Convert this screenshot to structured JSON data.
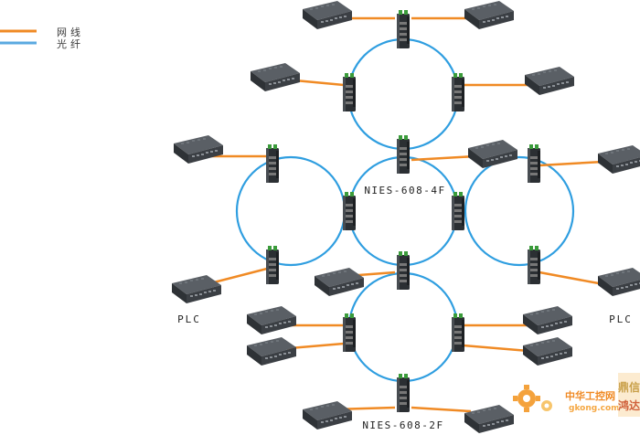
{
  "legend": {
    "ethernet_label": "网线",
    "fiber_label": "光纤",
    "ethernet_color": "#f08a24",
    "fiber_color": "#5aa9e0"
  },
  "labels": {
    "plc_left": "PLC",
    "plc_right": "PLC",
    "model_4f": "NIES-608-4F",
    "model_2f": "NIES-608-2F"
  },
  "watermark": {
    "site_name": "中华工控网",
    "site_url": "gkong.com",
    "logo_text_1": "鼎信",
    "logo_text_2": "鸿达"
  },
  "colors": {
    "ring": "#2f9ee0",
    "cable": "#f08a24",
    "switch_body": "#2b2f33",
    "plc_body": "#3b3f44"
  }
}
